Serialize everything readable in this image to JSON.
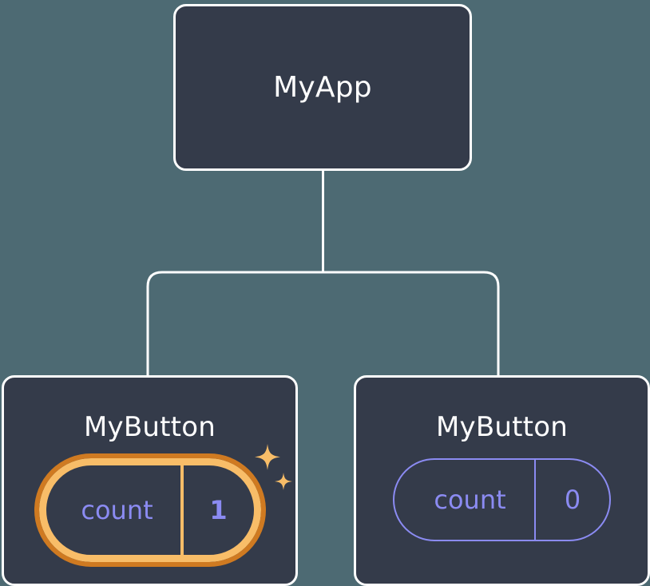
{
  "diagram": {
    "type": "component-tree",
    "title_text_color": "#ffffff",
    "background_color": "#4d6a73",
    "node_fill_color": "#343b4a",
    "node_border_color": "#ffffff",
    "connector_color": "#ffffff",
    "state_color": "#8b8bf2",
    "highlight_outer_color": "#cf7a21",
    "highlight_inner_color": "#f8bd68",
    "sparkle_color": "#f8bd68",
    "root": {
      "label": "MyApp"
    },
    "children": [
      {
        "label": "MyButton",
        "state": {
          "key": "count",
          "value": "1"
        },
        "highlighted": true,
        "sparkle_icons": [
          "sparkle-large",
          "sparkle-small"
        ]
      },
      {
        "label": "MyButton",
        "state": {
          "key": "count",
          "value": "0"
        },
        "highlighted": false
      }
    ]
  }
}
